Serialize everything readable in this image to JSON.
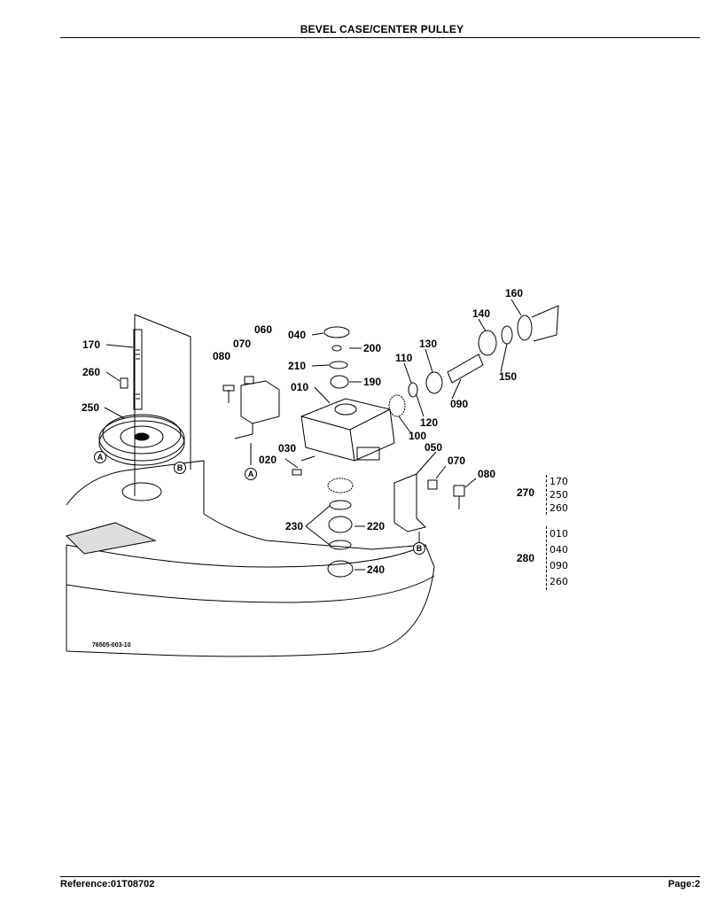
{
  "header": {
    "title": "BEVEL CASE/CENTER PULLEY"
  },
  "footer": {
    "reference": "Reference:01T08702",
    "page": "Page:2"
  },
  "diagram": {
    "drawing_number": "76505-003-10",
    "callouts": [
      "170",
      "260",
      "250",
      "080",
      "070",
      "060",
      "040",
      "200",
      "210",
      "190",
      "010",
      "110",
      "130",
      "140",
      "160",
      "150",
      "120",
      "090",
      "100",
      "050",
      "070",
      "080",
      "030",
      "020",
      "230",
      "220",
      "240"
    ],
    "markers": [
      "A",
      "A",
      "B",
      "B"
    ],
    "groups": [
      {
        "label": "270",
        "parts": [
          "170",
          "250",
          "260"
        ]
      },
      {
        "label": "280",
        "parts": [
          "010",
          "040",
          "090",
          "260"
        ]
      }
    ]
  }
}
